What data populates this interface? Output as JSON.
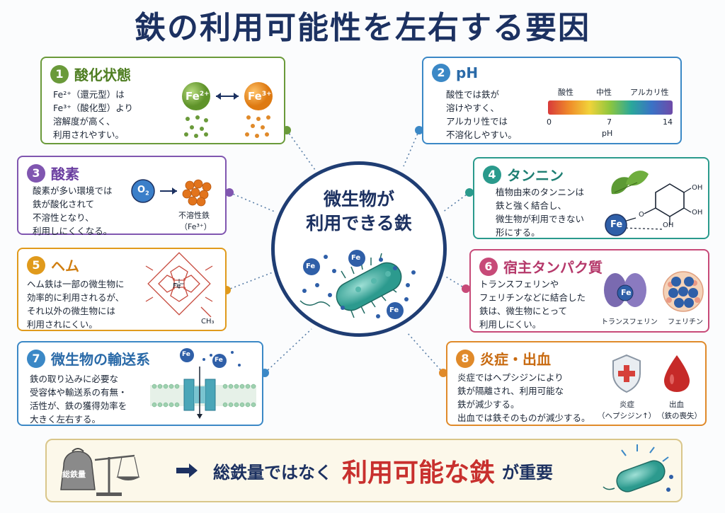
{
  "title": "鉄の利用可能性を左右する要因",
  "center": {
    "line1": "微生物が",
    "line2": "利用できる鉄"
  },
  "fe_label": "Fe",
  "panels": {
    "p1": {
      "num": "1",
      "title": "酸化状態",
      "lines": [
        "Fe²⁺（還元型）は",
        "Fe³⁺（酸化型）より",
        "溶解度が高く、",
        "利用されやすい。"
      ],
      "fe2": "Fe",
      "fe2_sup": "2+",
      "fe3": "Fe",
      "fe3_sup": "3+"
    },
    "p2": {
      "num": "2",
      "title": "pH",
      "lines": [
        "酸性では鉄が",
        "溶けやすく、",
        "アルカリ性では",
        "不溶化しやすい。"
      ],
      "scale_labels": [
        "酸性",
        "中性",
        "アルカリ性"
      ],
      "ticks": [
        "0",
        "7",
        "14"
      ],
      "axis": "pH"
    },
    "p3": {
      "num": "3",
      "title": "酸素",
      "lines": [
        "酸素が多い環境では",
        "鉄が酸化されて",
        "不溶性となり、",
        "利用しにくくなる。"
      ],
      "o2": "O",
      "o2_sub": "2",
      "cap1": "不溶性鉄",
      "cap2": "（Fe³⁺）"
    },
    "p4": {
      "num": "4",
      "title": "タンニン",
      "lines": [
        "植物由来のタンニンは",
        "鉄と強く結合し、",
        "微生物が利用できない",
        "形にする。"
      ],
      "oh1": "OH",
      "oh2": "OH",
      "oh3": "OH",
      "o": "O",
      "fe": "Fe"
    },
    "p5": {
      "num": "5",
      "title": "ヘム",
      "lines": [
        "ヘム鉄は一部の微生物に",
        "効率的に利用されるが、",
        "それ以外の微生物には",
        "利用されにくい。"
      ],
      "fe": "Fe",
      "ch3": "CH₃",
      "n": "N"
    },
    "p6": {
      "num": "6",
      "title": "宿主タンパク質",
      "lines": [
        "トランスフェリンや",
        "フェリチンなどに結合した",
        "鉄は、微生物にとって",
        "利用しにくい。"
      ],
      "cap1": "トランスフェリン",
      "cap2": "フェリチン",
      "fe": "Fe"
    },
    "p7": {
      "num": "7",
      "title": "微生物の輸送系",
      "lines": [
        "鉄の取り込みに必要な",
        "受容体や輸送系の有無・",
        "活性が、鉄の獲得効率を",
        "大きく左右する。"
      ],
      "fe": "Fe"
    },
    "p8": {
      "num": "8",
      "title": "炎症・出血",
      "lines": [
        "炎症ではヘプシジンにより",
        "鉄が隔離され、利用可能な",
        "鉄が減少する。",
        "出血では鉄そのものが減少する。"
      ],
      "cap1a": "炎症",
      "cap1b": "（ヘプシジン↑）",
      "cap2a": "出血",
      "cap2b": "（鉄の喪失）"
    }
  },
  "bottom": {
    "bag": "総鉄量",
    "text1": "総鉄量ではなく",
    "text2": "利用可能な鉄",
    "text3": "が重要"
  },
  "colors": {
    "p1": "#6a9a3a",
    "p2": "#3b88c6",
    "p3": "#8056b0",
    "p4": "#2a9a8c",
    "p5": "#e09a1c",
    "p6": "#c74a78",
    "p7": "#3b88c6",
    "p8": "#e08a2a",
    "navy": "#1c3161",
    "red": "#c8302e"
  }
}
